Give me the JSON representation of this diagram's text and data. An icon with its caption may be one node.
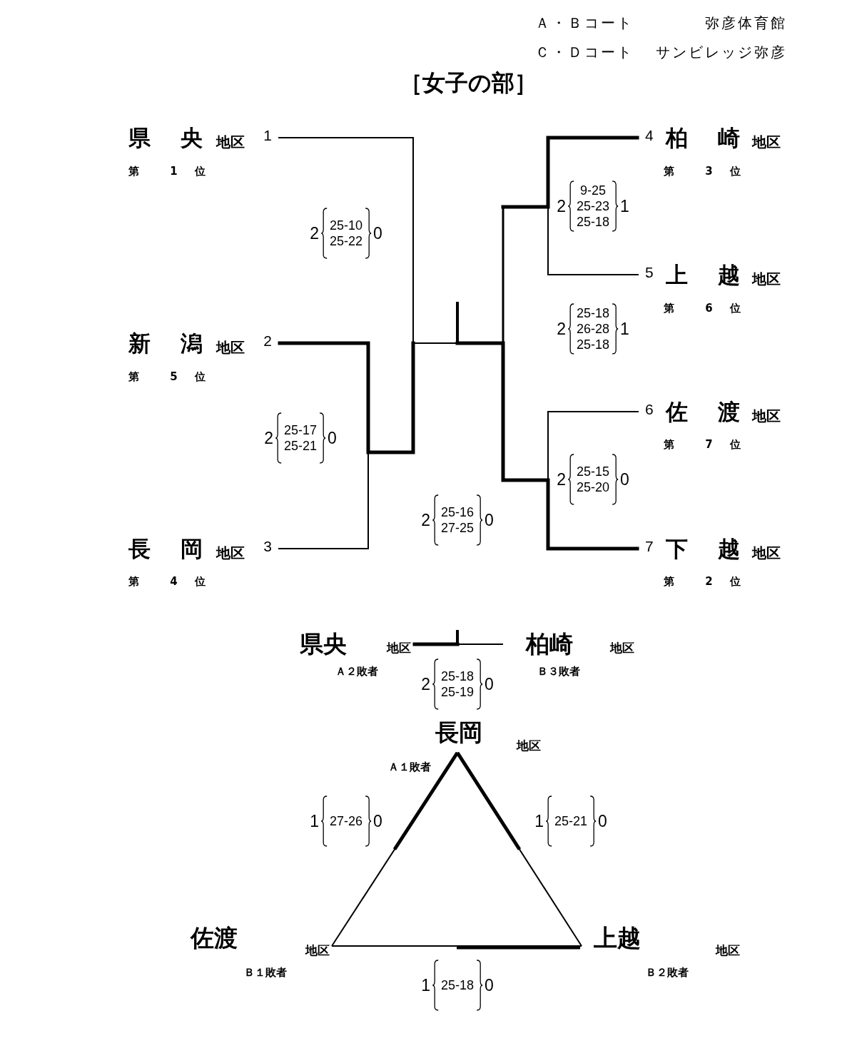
{
  "diagram": {
    "title": "［女子の部］",
    "nodes": [
      {
        "text": [
          "県 央",
          "地区",
          "1"
        ],
        "beside": [
          "第 1 位"
        ]
      },
      {
        "text": [
          "新 潟",
          "地区",
          "2"
        ],
        "beside": [
          "第 5 位"
        ]
      },
      {
        "text": [
          "長 岡",
          "地区",
          "3"
        ],
        "beside": [
          "第 4 位"
        ]
      },
      {
        "text": [
          "柏 崎",
          "地区",
          "4"
        ],
        "beside": [
          "第 3 位"
        ]
      },
      {
        "text": [
          "上 越",
          "地区",
          "5"
        ],
        "beside": [
          "第 6 位"
        ]
      },
      {
        "text": [
          "佐 渡",
          "地区",
          "6"
        ],
        "beside": [
          "第 7 位"
        ]
      },
      {
        "text": [
          "下 越",
          "地区",
          "7"
        ],
        "beside": [
          "第 2 位"
        ]
      },
      {
        "text": [
          "県央",
          "地区"
        ],
        "beside": [
          "Ａ２敗者"
        ]
      },
      {
        "text": [
          "柏崎",
          "地区"
        ],
        "beside": [
          "Ｂ３敗者"
        ]
      },
      {
        "text": [
          "長岡",
          "地区"
        ],
        "beside": [
          "Ａ１敗者"
        ]
      },
      {
        "text": [
          "佐渡",
          "地区"
        ],
        "beside": [
          "Ｂ１敗者"
        ]
      },
      {
        "text": [
          "上越",
          "地区"
        ],
        "beside": [
          "Ｂ２敗者"
        ]
      }
    ],
    "edges": [
      {
        "from": 0,
        "to": 1,
        "arrow": "none"
      },
      {
        "from": 1,
        "to": 2,
        "arrow": "none"
      },
      {
        "from": 3,
        "to": 4,
        "arrow": "none"
      },
      {
        "from": 3,
        "to": 6,
        "arrow": "none"
      },
      {
        "from": 5,
        "to": 6,
        "arrow": "none"
      },
      {
        "from": 1,
        "to": 6,
        "arrow": "none"
      },
      {
        "from": 7,
        "to": 8,
        "arrow": "none"
      },
      {
        "from": 9,
        "to": 10,
        "arrow": "none"
      },
      {
        "from": 9,
        "to": 11,
        "arrow": "none"
      },
      {
        "from": 10,
        "to": 11,
        "arrow": "none"
      }
    ],
    "labels": [
      "Ａ・Ｂコート",
      "弥彦体育館",
      "Ｃ・Ｄコート",
      "サンビレッジ弥彦",
      "2",
      "9-25",
      "25-23",
      "25-18",
      "1",
      "2",
      "25-10",
      "25-22",
      "0",
      "2",
      "25-18",
      "26-28",
      "25-18",
      "1",
      "2",
      "25-17",
      "25-21",
      "0",
      "2",
      "25-15",
      "25-20",
      "0",
      "2",
      "25-16",
      "27-25",
      "0",
      "2",
      "25-18",
      "25-19",
      "0",
      "1",
      "27-26",
      "0",
      "1",
      "25-21",
      "0",
      "1",
      "25-18",
      "0"
    ]
  }
}
